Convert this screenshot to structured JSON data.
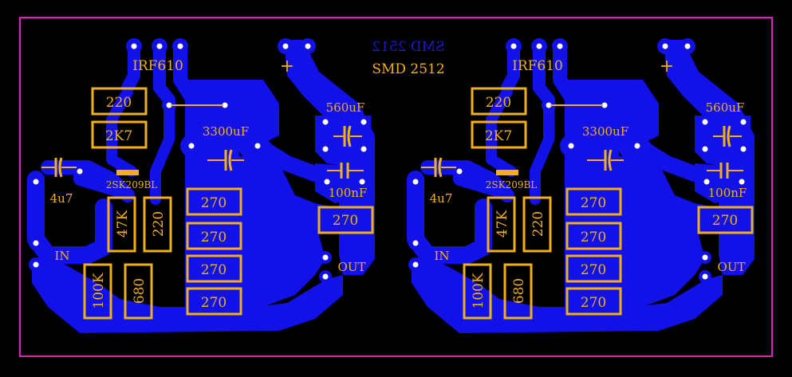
{
  "colors": {
    "background": "#000000",
    "outline": "#e020c0",
    "copper": "#1212e8",
    "silkscreen": "#f0b018",
    "mirror_text": "#1a1ad0",
    "pad_hole": "#ffffff"
  },
  "labels": {
    "mirror": "SMD 2512",
    "title": "SMD 2512",
    "mosfet": "IRF610",
    "jfet": "2SK209BL",
    "plus": "+",
    "c_bulk": "3300uF",
    "c_out": "560uF",
    "c_film": "100nF",
    "c_in": "4u7",
    "input": "IN",
    "output": "OUT"
  },
  "left_module": {
    "r_gate": "220",
    "r_drain": "2K7",
    "r_src": "47K",
    "r_bias": "220",
    "r_in": "100K",
    "r_fb": "680",
    "r_load_1": "270",
    "r_load_2": "270",
    "r_load_3": "270",
    "r_load_4": "270",
    "r_out": "270"
  },
  "right_module": {
    "r_gate": "220",
    "r_drain": "2K7",
    "r_src": "47K",
    "r_bias": "220",
    "r_in": "100K",
    "r_fb": "680",
    "r_load_1": "270",
    "r_load_2": "270",
    "r_load_3": "270",
    "r_load_4": "270",
    "r_out": "270"
  }
}
